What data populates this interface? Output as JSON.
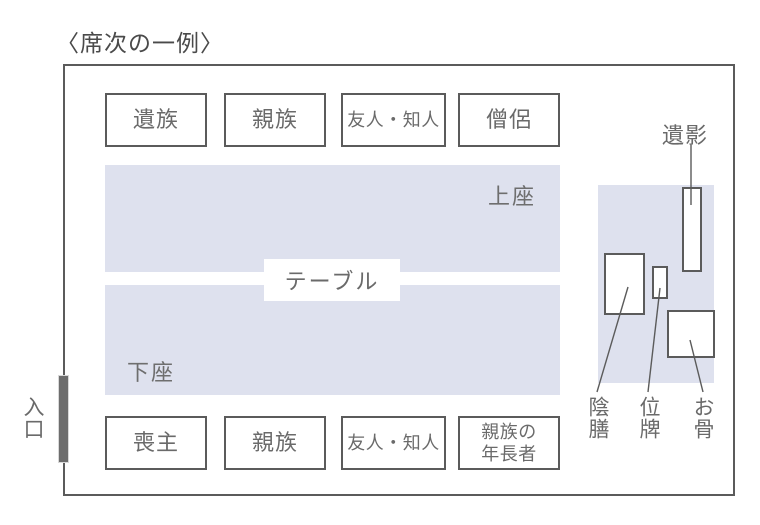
{
  "title": "〈席次の一例〉",
  "colors": {
    "table_fill": "#dee1ee",
    "line": "#5b5b5b",
    "text": "#6a6a6a",
    "door": "#6d6d6d",
    "background": "#ffffff"
  },
  "seats": {
    "top_row": [
      {
        "label": "遺族"
      },
      {
        "label": "親族"
      },
      {
        "label": "友人・知人"
      },
      {
        "label": "僧侶"
      }
    ],
    "bottom_row": [
      {
        "label": "喪主"
      },
      {
        "label": "親族"
      },
      {
        "label": "友人・知人"
      },
      {
        "label": "親族の\n年長者",
        "line1": "親族の",
        "line2": "年長者"
      }
    ]
  },
  "table": {
    "center_label": "テーブル",
    "upper_seat_label": "上座",
    "lower_seat_label": "下座"
  },
  "altar": {
    "portrait_label": "遺影",
    "items": [
      {
        "name": "陰膳"
      },
      {
        "name": "位牌"
      },
      {
        "name": "お骨"
      }
    ]
  },
  "entrance": {
    "label": "入口"
  }
}
